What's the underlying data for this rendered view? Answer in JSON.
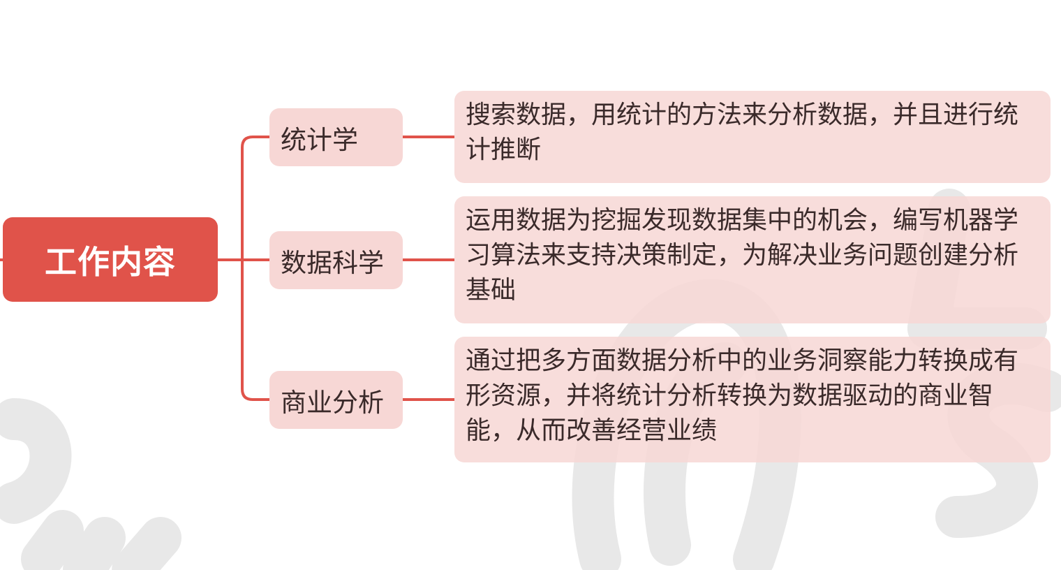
{
  "colors": {
    "root_fill": "#e0534a",
    "branch_fill": "#f7d7d5",
    "line": "#e0534a",
    "text": "#3a2a2a"
  },
  "root": {
    "label": "工作内容"
  },
  "branches": [
    {
      "label": "统计学",
      "description": "搜索数据，用统计的方法来分析数据，并且进行统计推断"
    },
    {
      "label": "数据科学",
      "description": "运用数据为挖掘发现数据集中的机会，编写机器学习算法来支持决策制定，为解决业务问题创建分析基础"
    },
    {
      "label": "商业分析",
      "description": "通过把多方面数据分析中的业务洞察能力转换成有形资源，并将统计分析转换为数据驱动的商业智能，从而改善经营业绩"
    }
  ]
}
